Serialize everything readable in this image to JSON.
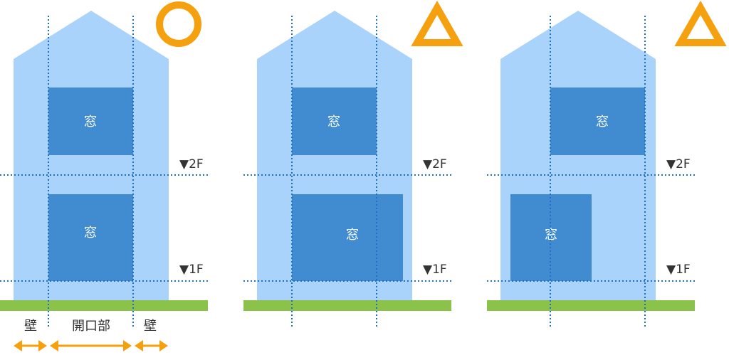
{
  "labels": {
    "window": "窓",
    "floor2": "▼2F",
    "floor1": "▼1F",
    "wall_left": "壁",
    "opening": "開口部",
    "wall_right": "壁"
  },
  "ratings": [
    {
      "panel": 1,
      "symbol": "circle",
      "meaning": "good"
    },
    {
      "panel": 2,
      "symbol": "triangle",
      "meaning": "caution"
    },
    {
      "panel": 3,
      "symbol": "triangle",
      "meaning": "caution"
    }
  ],
  "colors": {
    "house": "#a9d3fb",
    "window": "#418bd0",
    "ground": "#8bc34a",
    "guide": "#1f6fc9",
    "rating": "#f5a10f",
    "arrow": "#f5a10f",
    "text": "#333333"
  }
}
